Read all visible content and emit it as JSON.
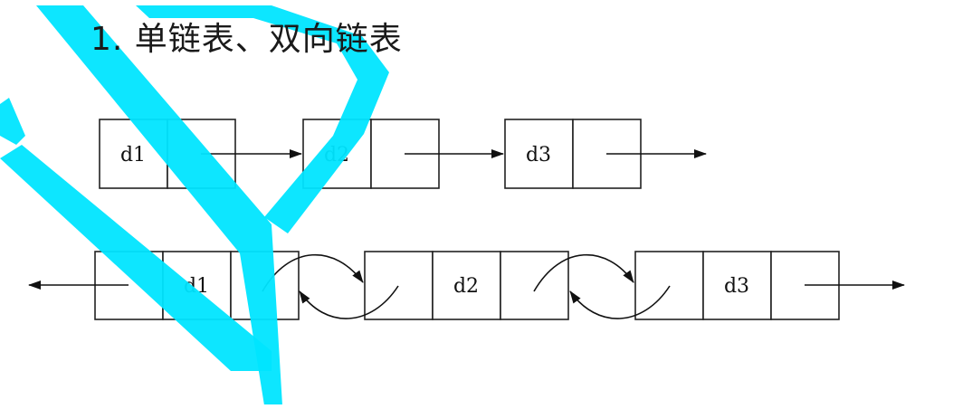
{
  "title": "1. 单链表、双向链表",
  "singly_list": {
    "nodes": [
      "d1",
      "d2",
      "d3"
    ]
  },
  "doubly_list": {
    "nodes": [
      "d1",
      "d2",
      "d3"
    ]
  },
  "colors": {
    "watermark": "#00E5FF",
    "stroke": "#222222"
  }
}
